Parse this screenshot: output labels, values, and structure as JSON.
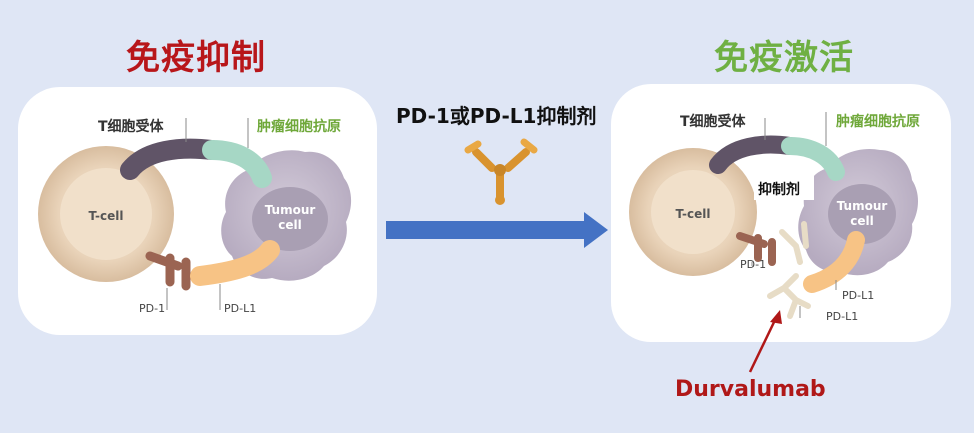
{
  "left_panel": {
    "heading": "免疫抑制",
    "t_receptor": "T细胞受体",
    "tumor_antigen": "肿瘤细胞抗原",
    "t_cell": "T-cell",
    "tumour_line1": "Tumour",
    "tumour_line2": "cell",
    "pd1": "PD-1",
    "pdl1": "PD-L1"
  },
  "middle": {
    "inhibitor_title": "PD-1或PD-L1抑制剂"
  },
  "right_panel": {
    "heading": "免疫激活",
    "t_receptor": "T细胞受体",
    "tumor_antigen": "肿瘤细胞抗原",
    "t_cell": "T-cell",
    "tumour_line1": "Tumour",
    "tumour_line2": "cell",
    "inhibitor": "抑制剂",
    "pd1": "PD-1",
    "pdl1_a": "PD-L1",
    "pdl1_b": "PD-L1",
    "drug": "Durvalumab"
  },
  "colors": {
    "background": "#dfe6f5",
    "inhibition_heading": "#b8161a",
    "activation_heading": "#6fb043",
    "antigen_label": "#6fa83a",
    "arrow": "#4472c4",
    "drug_label": "#b01818"
  }
}
